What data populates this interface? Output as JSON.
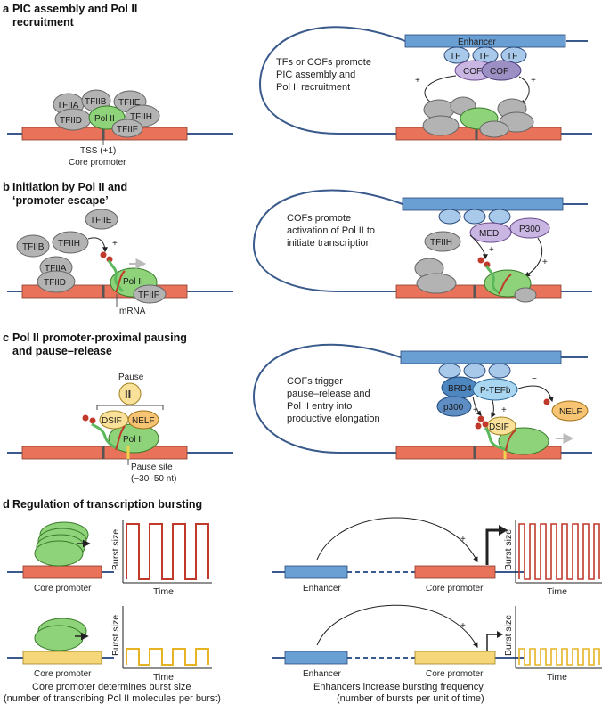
{
  "colors": {
    "dna_line": "#3a5a8c",
    "core_promoter_red": "#e8735a",
    "core_promoter_yellow": "#f5d77a",
    "enhancer_blue": "#6a9fd4",
    "gtf_grey": "#b3b3b3",
    "pol2_green": "#8ed37a",
    "cof_purple": "#c9b6e3",
    "tf_lightblue": "#a9c9ea",
    "burst_red": "#c0392b",
    "burst_yellow": "#e6b422",
    "pause_yellow": "#f9e19a",
    "nelf_orange": "#f6c472",
    "mrna_red": "#c0392b"
  },
  "panel_a": {
    "letter": "a",
    "title_line1": "PIC assembly and Pol II",
    "title_line2": "recruitment",
    "factors": [
      "TFIIA",
      "TFIIB",
      "TFIIE",
      "TFIID",
      "Pol II",
      "TFIIH",
      "TFIIF"
    ],
    "tss_label": "TSS (+1)",
    "core_promoter_label": "Core promoter",
    "enhancer_label": "Enhancer",
    "tf_label": "TF",
    "cof_label": "COF",
    "plus": "+",
    "text_line1": "TFs or COFs promote",
    "text_line2": "PIC assembly and",
    "text_line3": "Pol II recruitment"
  },
  "panel_b": {
    "letter": "b",
    "title_line1": "Initiation by Pol II and",
    "title_line2": "‘promoter escape’",
    "tfiie": "TFIIE",
    "tfiib": "TFIIB",
    "tfiih": "TFIIH",
    "tfiia": "TFIIA",
    "tfiid": "TFIID",
    "pol2": "Pol II",
    "tfiif": "TFIIF",
    "mrna": "mRNA",
    "plus": "+",
    "med": "MED",
    "p300": "P300",
    "text_line1": "COFs promote",
    "text_line2": "activation of Pol II to",
    "text_line3": "initiate transcription"
  },
  "panel_c": {
    "letter": "c",
    "title_line1": "Pol II promoter-proximal pausing",
    "title_line2": "and pause–release",
    "pause": "Pause",
    "pause_symbol": "II",
    "dsif": "DSIF",
    "nelf": "NELF",
    "pol2": "Pol II",
    "pause_site_line1": "Pause site",
    "pause_site_line2": "(~30–50 nt)",
    "brd4": "BRD4",
    "ptefb": "P-TEFb",
    "p300": "p300",
    "minus": "−",
    "plus": "+",
    "text_line1": "COFs trigger",
    "text_line2": "pause–release and",
    "text_line3": "Pol II entry into",
    "text_line4": "productive elongation"
  },
  "panel_d": {
    "letter": "d",
    "title": "Regulation of transcription bursting",
    "burst_size": "Burst size",
    "time": "Time",
    "core_promoter": "Core promoter",
    "enhancer": "Enhancer",
    "plus": "+",
    "caption_left_line1": "Core promoter determines burst size",
    "caption_left_line2": "(number of transcribing Pol II molecules per burst)",
    "caption_right_line1": "Enhancers increase bursting frequency",
    "caption_right_line2": "(number of bursts per unit of time)"
  }
}
